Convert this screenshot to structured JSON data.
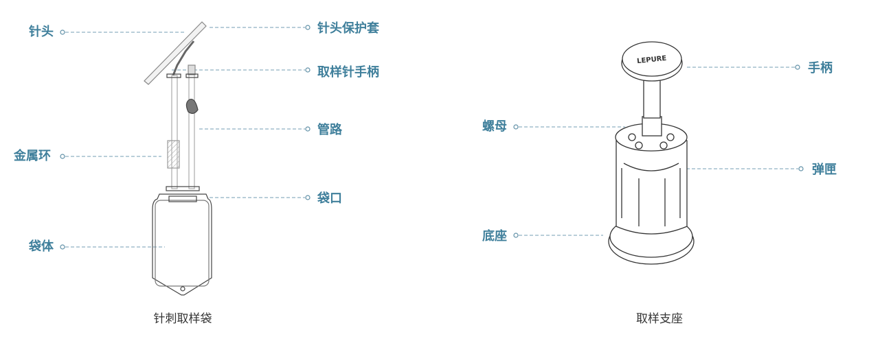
{
  "sampling_bag": {
    "caption": "针刺取样袋",
    "labels": {
      "needle": "针头",
      "needle_cap": "针头保护套",
      "needle_handle": "取样针手柄",
      "tubing": "管路",
      "metal_ring": "金属环",
      "bag_port": "袋口",
      "bag_body": "袋体"
    }
  },
  "sampling_stand": {
    "caption": "取样支座",
    "logo": "LEPURE",
    "labels": {
      "handle": "手柄",
      "nut": "螺母",
      "magazine": "弹匣",
      "base": "底座"
    }
  },
  "colors": {
    "label": "#3f7f9b",
    "leader": "#8fb0c2",
    "drawing": "#333333"
  }
}
